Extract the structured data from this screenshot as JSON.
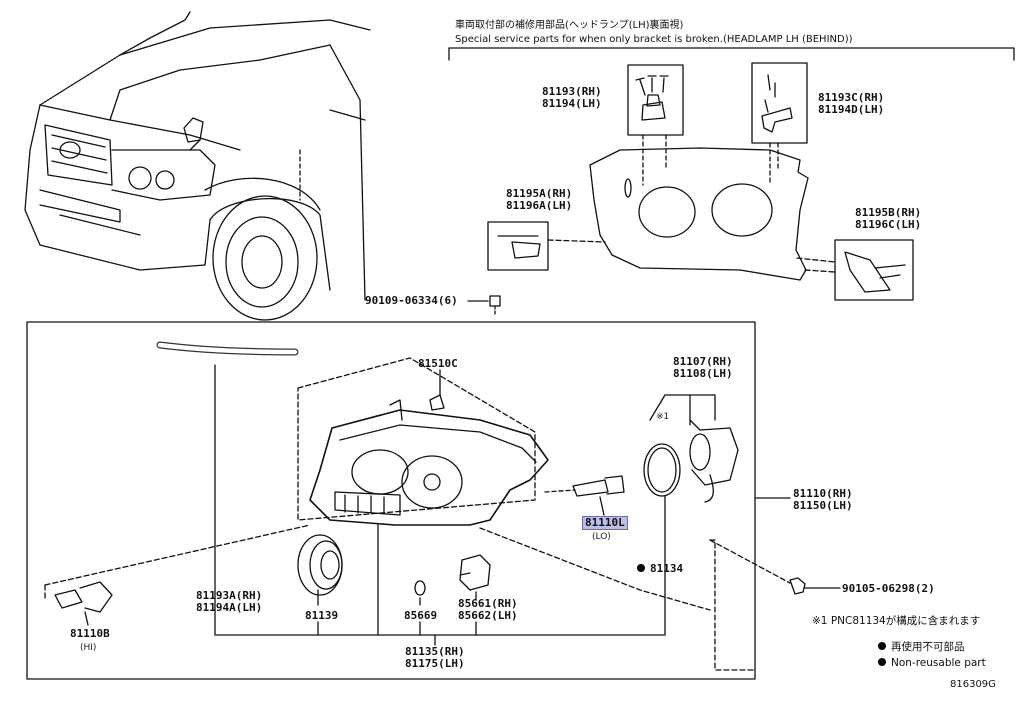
{
  "header": {
    "line1": "車両取付部の補修用部品(ヘッドランプ(LH)裏面視)",
    "line2": "Special service parts for when only bracket is broken.(HEADLAMP LH (BEHIND))"
  },
  "parts": {
    "p81193": [
      "81193(RH)",
      "81194(LH)"
    ],
    "p81193c": [
      "81193C(RH)",
      "81194D(LH)"
    ],
    "p81195a": [
      "81195A(RH)",
      "81196A(LH)"
    ],
    "p81195b": [
      "81195B(RH)",
      "81196C(LH)"
    ],
    "p90109": "90109-06334(6)",
    "p81510c": "81510C",
    "p81107": [
      "81107(RH)",
      "81108(LH)"
    ],
    "note_ref": "※1",
    "p81110": [
      "81110(RH)",
      "81150(LH)"
    ],
    "p81110l": "81110L",
    "p81110l_sub": "(LO)",
    "p81134": "81134",
    "p90105": "90105-06298(2)",
    "p81110b": "81110B",
    "p81110b_sub": "(HI)",
    "p81193a": [
      "81193A(RH)",
      "81194A(LH)"
    ],
    "p81139": "81139",
    "p85669": "85669",
    "p85661": [
      "85661(RH)",
      "85662(LH)"
    ],
    "p81135": [
      "81135(RH)",
      "81175(LH)"
    ]
  },
  "notes": {
    "pnc_note": "※1 PNC81134が構成に含まれます",
    "legend_jp": "再使用不可部品",
    "legend_en": "Non-reusable part",
    "diagram_id": "816309G"
  },
  "colors": {
    "highlight": "#b9bde8",
    "ink": "#111111"
  }
}
